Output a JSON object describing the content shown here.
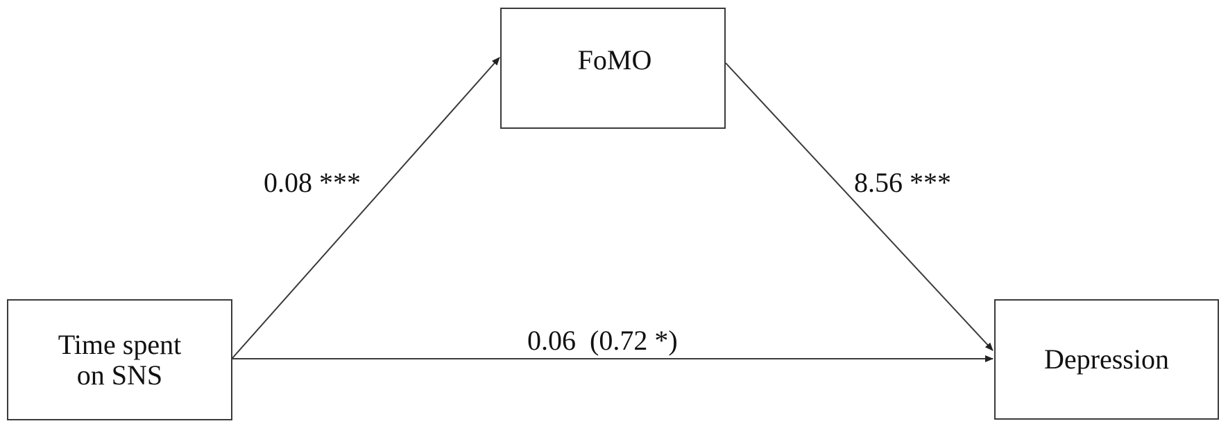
{
  "diagram": {
    "type": "mediation-model",
    "line_color": "#3a3a3a",
    "nodes": {
      "predictor": {
        "label": "Time spent\non SNS"
      },
      "mediator": {
        "label": "FoMO"
      },
      "outcome": {
        "label": "Depression"
      }
    },
    "edges": {
      "a_path": {
        "from": "Time spent on SNS",
        "to": "FoMO",
        "label": "0.08 ***"
      },
      "b_path": {
        "from": "FoMO",
        "to": "Depression",
        "label": "8.56 ***"
      },
      "c_path": {
        "from": "Time spent on SNS",
        "to": "Depression",
        "label": "0.06  (0.72 *)"
      }
    }
  }
}
